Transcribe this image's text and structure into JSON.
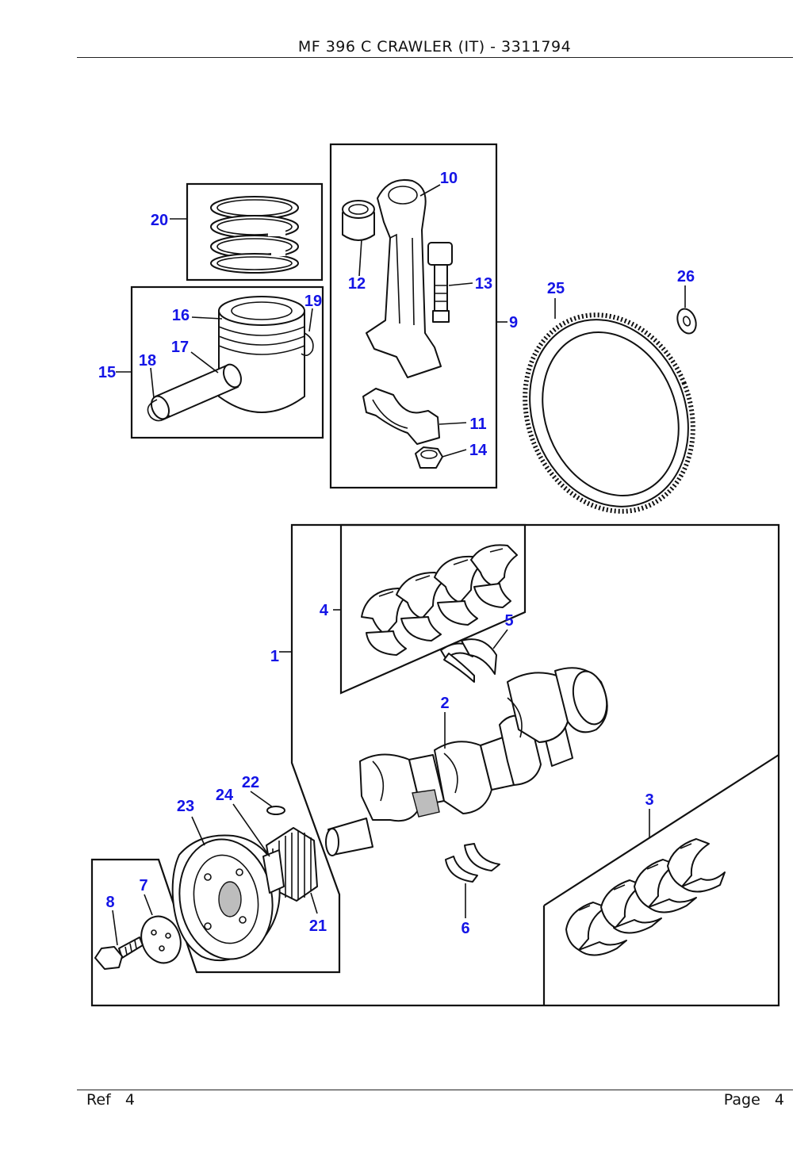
{
  "header": {
    "title": "MF 396 C CRAWLER (IT) - 3311794"
  },
  "footer": {
    "ref_label": "Ref",
    "ref_value": "4",
    "page_label": "Page",
    "page_value": "4"
  },
  "callouts": [
    "1",
    "2",
    "3",
    "4",
    "5",
    "6",
    "7",
    "8",
    "9",
    "10",
    "11",
    "12",
    "13",
    "14",
    "15",
    "16",
    "17",
    "18",
    "19",
    "20",
    "21",
    "22",
    "23",
    "24",
    "25",
    "26"
  ],
  "colors": {
    "callout": "#1414e6",
    "line": "#111111"
  }
}
